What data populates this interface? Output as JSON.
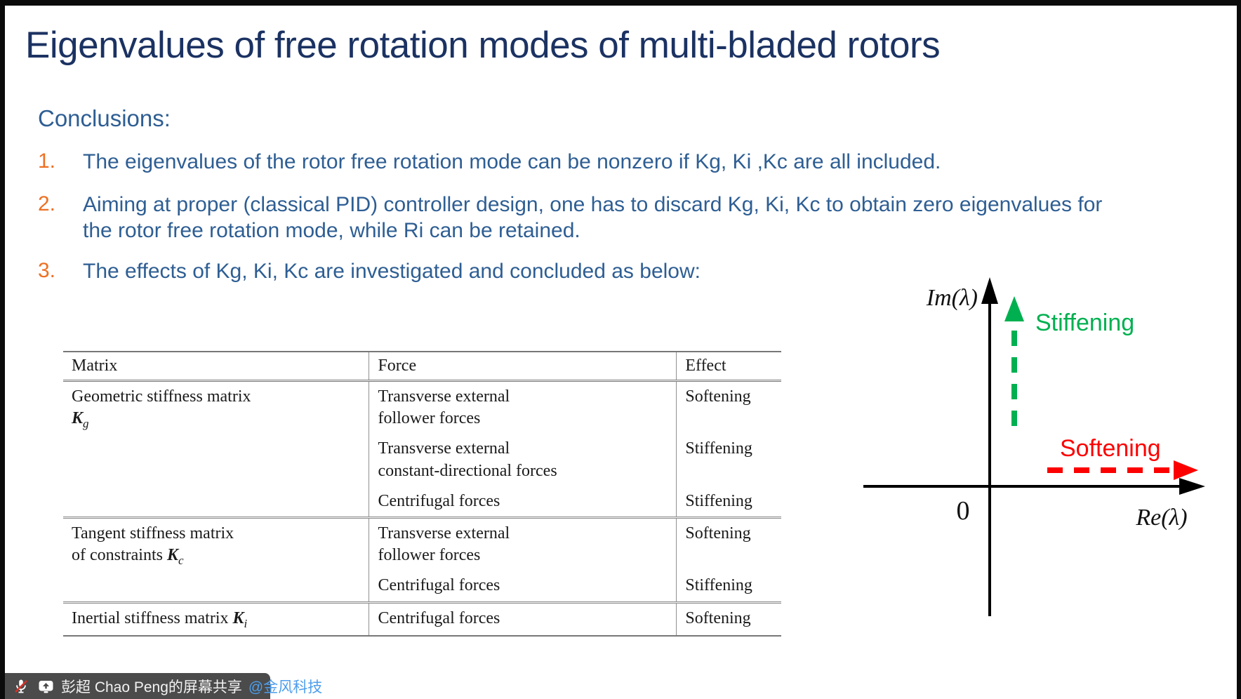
{
  "title": "Eigenvalues of free rotation modes of multi-bladed rotors",
  "conclusions": {
    "heading": "Conclusions:",
    "items": [
      {
        "number": "1.",
        "text": "The eigenvalues of the rotor free rotation mode can be nonzero if Kg, Ki ,Kc are all included."
      },
      {
        "number": "2.",
        "text": "Aiming at proper (classical PID) controller design, one has to discard Kg, Ki, Kc to obtain zero eigenvalues for the rotor free rotation mode, while Ri can be retained."
      },
      {
        "number": "3.",
        "text": "The effects of Kg, Ki, Kc are investigated and concluded as below:"
      }
    ]
  },
  "table": {
    "headers": [
      "Matrix",
      "Force",
      "Effect"
    ],
    "groups": [
      {
        "matrix_line1": "Geometric stiffness matrix",
        "matrix_line2_prefix": "",
        "symbol": "K",
        "symbol_sub": "g",
        "rows": [
          {
            "force_line1": "Transverse external",
            "force_line2": "follower forces",
            "effect": "Softening"
          },
          {
            "force_line1": "Transverse external",
            "force_line2": "constant-directional forces",
            "effect": "Stiffening"
          },
          {
            "force_line1": "Centrifugal forces",
            "force_line2": "",
            "effect": "Stiffening"
          }
        ]
      },
      {
        "matrix_line1": "Tangent stiffness matrix",
        "matrix_line2_prefix": "of constraints ",
        "symbol": "K",
        "symbol_sub": "c",
        "rows": [
          {
            "force_line1": "Transverse external",
            "force_line2": "follower forces",
            "effect": "Softening"
          },
          {
            "force_line1": "Centrifugal forces",
            "force_line2": "",
            "effect": "Stiffening"
          }
        ]
      },
      {
        "matrix_line1": "Inertial stiffness matrix ",
        "matrix_line2_prefix": "",
        "symbol": "K",
        "symbol_sub": "i",
        "rows": [
          {
            "force_line1": "Centrifugal forces",
            "force_line2": "",
            "effect": "Softening"
          }
        ]
      }
    ]
  },
  "diagram": {
    "y_axis_label": "Im(λ)",
    "x_axis_label": "Re(λ)",
    "origin_label": "0",
    "up_arrow_label": "Stiffening",
    "right_arrow_label": "Softening",
    "up_arrow_color": "#00B050",
    "right_arrow_color": "#FC0000"
  },
  "share_bar": {
    "text": "彭超 Chao Peng的屏幕共享",
    "mention": "@金风科技",
    "mic_icon": "muted-mic-icon",
    "share_icon": "screen-share-icon",
    "bar_color": "#4B4B4B"
  },
  "colors": {
    "title": "#1B3262",
    "body_blue": "#2E5E93",
    "list_number_orange": "#ED7023"
  }
}
